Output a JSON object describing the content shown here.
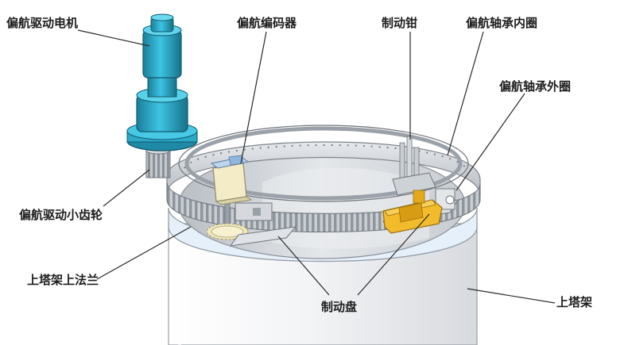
{
  "labels": {
    "yaw_drive_motor": "偏航驱动电机",
    "yaw_encoder": "偏航编码器",
    "brake_caliper": "制动钳",
    "yaw_bearing_inner_ring": "偏航轴承内圈",
    "yaw_bearing_outer_ring": "偏航轴承外圈",
    "yaw_drive_pinion": "偏航驱动小齿轮",
    "tower_top_flange": "上塔架上法兰",
    "brake_disc": "制动盘",
    "upper_tower": "上塔架"
  },
  "colors": {
    "motor": "#2fb4d4",
    "motor_dark": "#1b7f9a",
    "encoder": "#f2eac4",
    "caliper": "#f0b82a",
    "flange": "#e9f2fb",
    "tower": "#f4f5f7",
    "gear": "#b8bec3",
    "line": "#2a2a2a"
  }
}
